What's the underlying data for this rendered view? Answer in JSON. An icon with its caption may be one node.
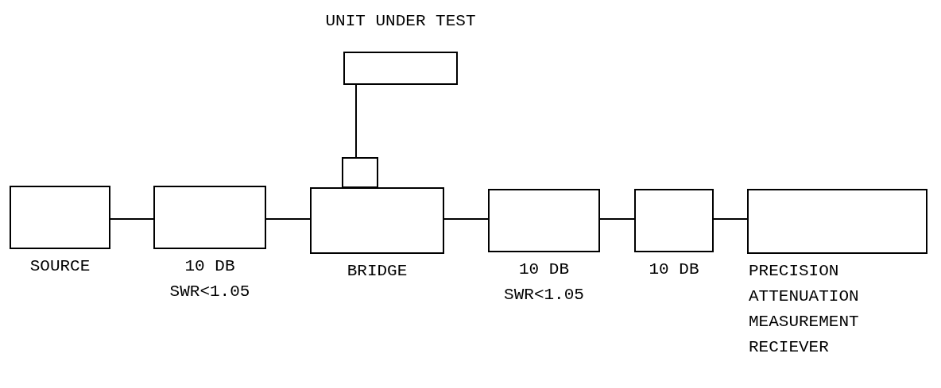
{
  "diagram": {
    "nodes": [
      {
        "text": [
          "UNIT UNDER TEST"
        ]
      },
      {
        "text": [],
        "shape": "box"
      },
      {
        "text": [
          "SOURCE"
        ]
      },
      {
        "text": [
          "10 DB SWR<1.05"
        ]
      },
      {
        "text": [
          "BRIDGE"
        ]
      },
      {
        "text": [
          "10 DB SWR<1.05"
        ]
      },
      {
        "text": [
          "10 DB"
        ]
      },
      {
        "text": [
          "PRECISION ATTENUATION MEASUREMENT RECIEVER"
        ]
      }
    ],
    "edges": [
      {
        "from": 0,
        "to": 1,
        "arrow": "none"
      },
      {
        "from": 2,
        "to": 3,
        "arrow": "none"
      },
      {
        "from": 3,
        "to": 4,
        "arrow": "none"
      },
      {
        "from": 4,
        "to": 5,
        "arrow": "none"
      },
      {
        "from": 5,
        "to": 6,
        "arrow": "none"
      },
      {
        "from": 6,
        "to": 7,
        "arrow": "none"
      }
    ]
  }
}
